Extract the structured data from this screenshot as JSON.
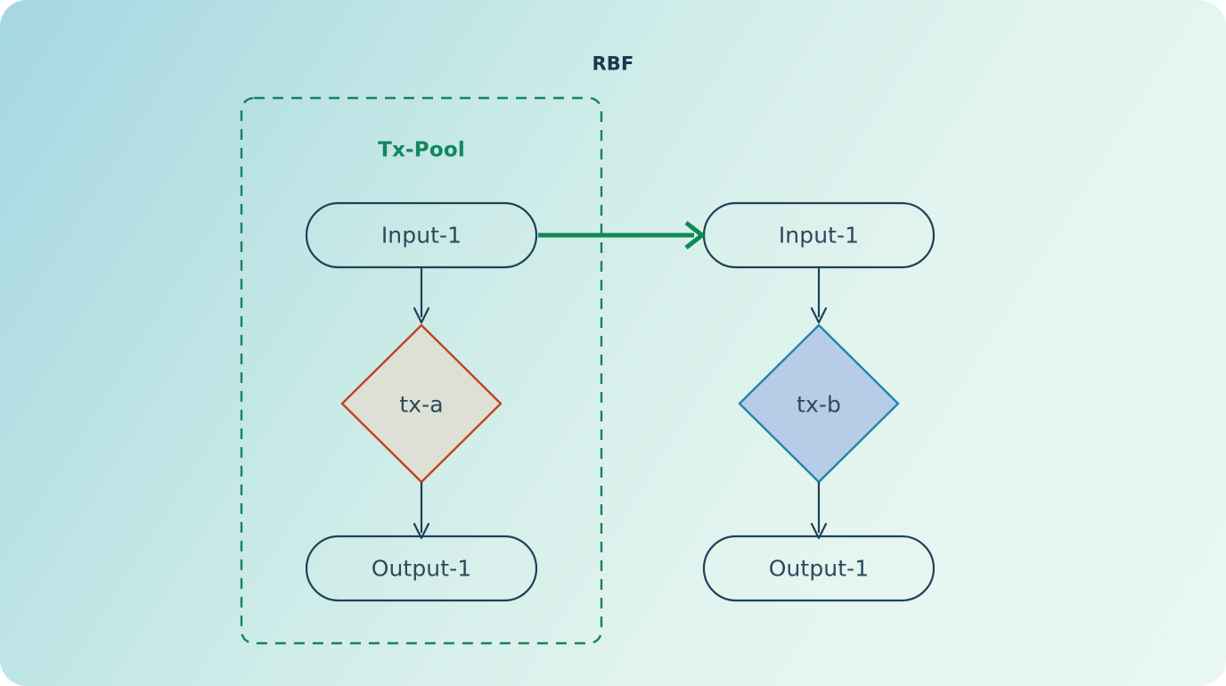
{
  "diagram": {
    "title": "RBF",
    "group": {
      "label": "Tx-Pool",
      "style": "dashed",
      "border_color": "#14845c"
    },
    "colors": {
      "background_start": "#a6d6e4",
      "background_end": "#e9f7f1",
      "node_stroke": "#1d4257",
      "node_text": "#2b4a5c",
      "title_text": "#16394f",
      "group_text": "#12875c",
      "replace_arrow": "#0f8a55",
      "tx_a_stroke": "#c0441a",
      "tx_a_fill": "#dedfd5",
      "tx_b_stroke": "#1f86ab",
      "tx_b_fill": "#b7cde7",
      "connector": "#1d4257"
    },
    "nodes": [
      {
        "id": "input-1-a",
        "label": "Input-1",
        "shape": "pill",
        "group": "tx-pool"
      },
      {
        "id": "tx-a",
        "label": "tx-a",
        "shape": "diamond",
        "group": "tx-pool"
      },
      {
        "id": "output-1-a",
        "label": "Output-1",
        "shape": "pill",
        "group": "tx-pool"
      },
      {
        "id": "input-1-b",
        "label": "Input-1",
        "shape": "pill",
        "group": "none"
      },
      {
        "id": "tx-b",
        "label": "tx-b",
        "shape": "diamond",
        "group": "none"
      },
      {
        "id": "output-1-b",
        "label": "Output-1",
        "shape": "pill",
        "group": "none"
      }
    ],
    "edges": [
      {
        "from": "input-1-a",
        "to": "tx-a",
        "kind": "connector"
      },
      {
        "from": "tx-a",
        "to": "output-1-a",
        "kind": "connector"
      },
      {
        "from": "input-1-b",
        "to": "tx-b",
        "kind": "connector"
      },
      {
        "from": "tx-b",
        "to": "output-1-b",
        "kind": "connector"
      },
      {
        "from": "input-1-a",
        "to": "input-1-b",
        "kind": "replacement"
      }
    ]
  }
}
